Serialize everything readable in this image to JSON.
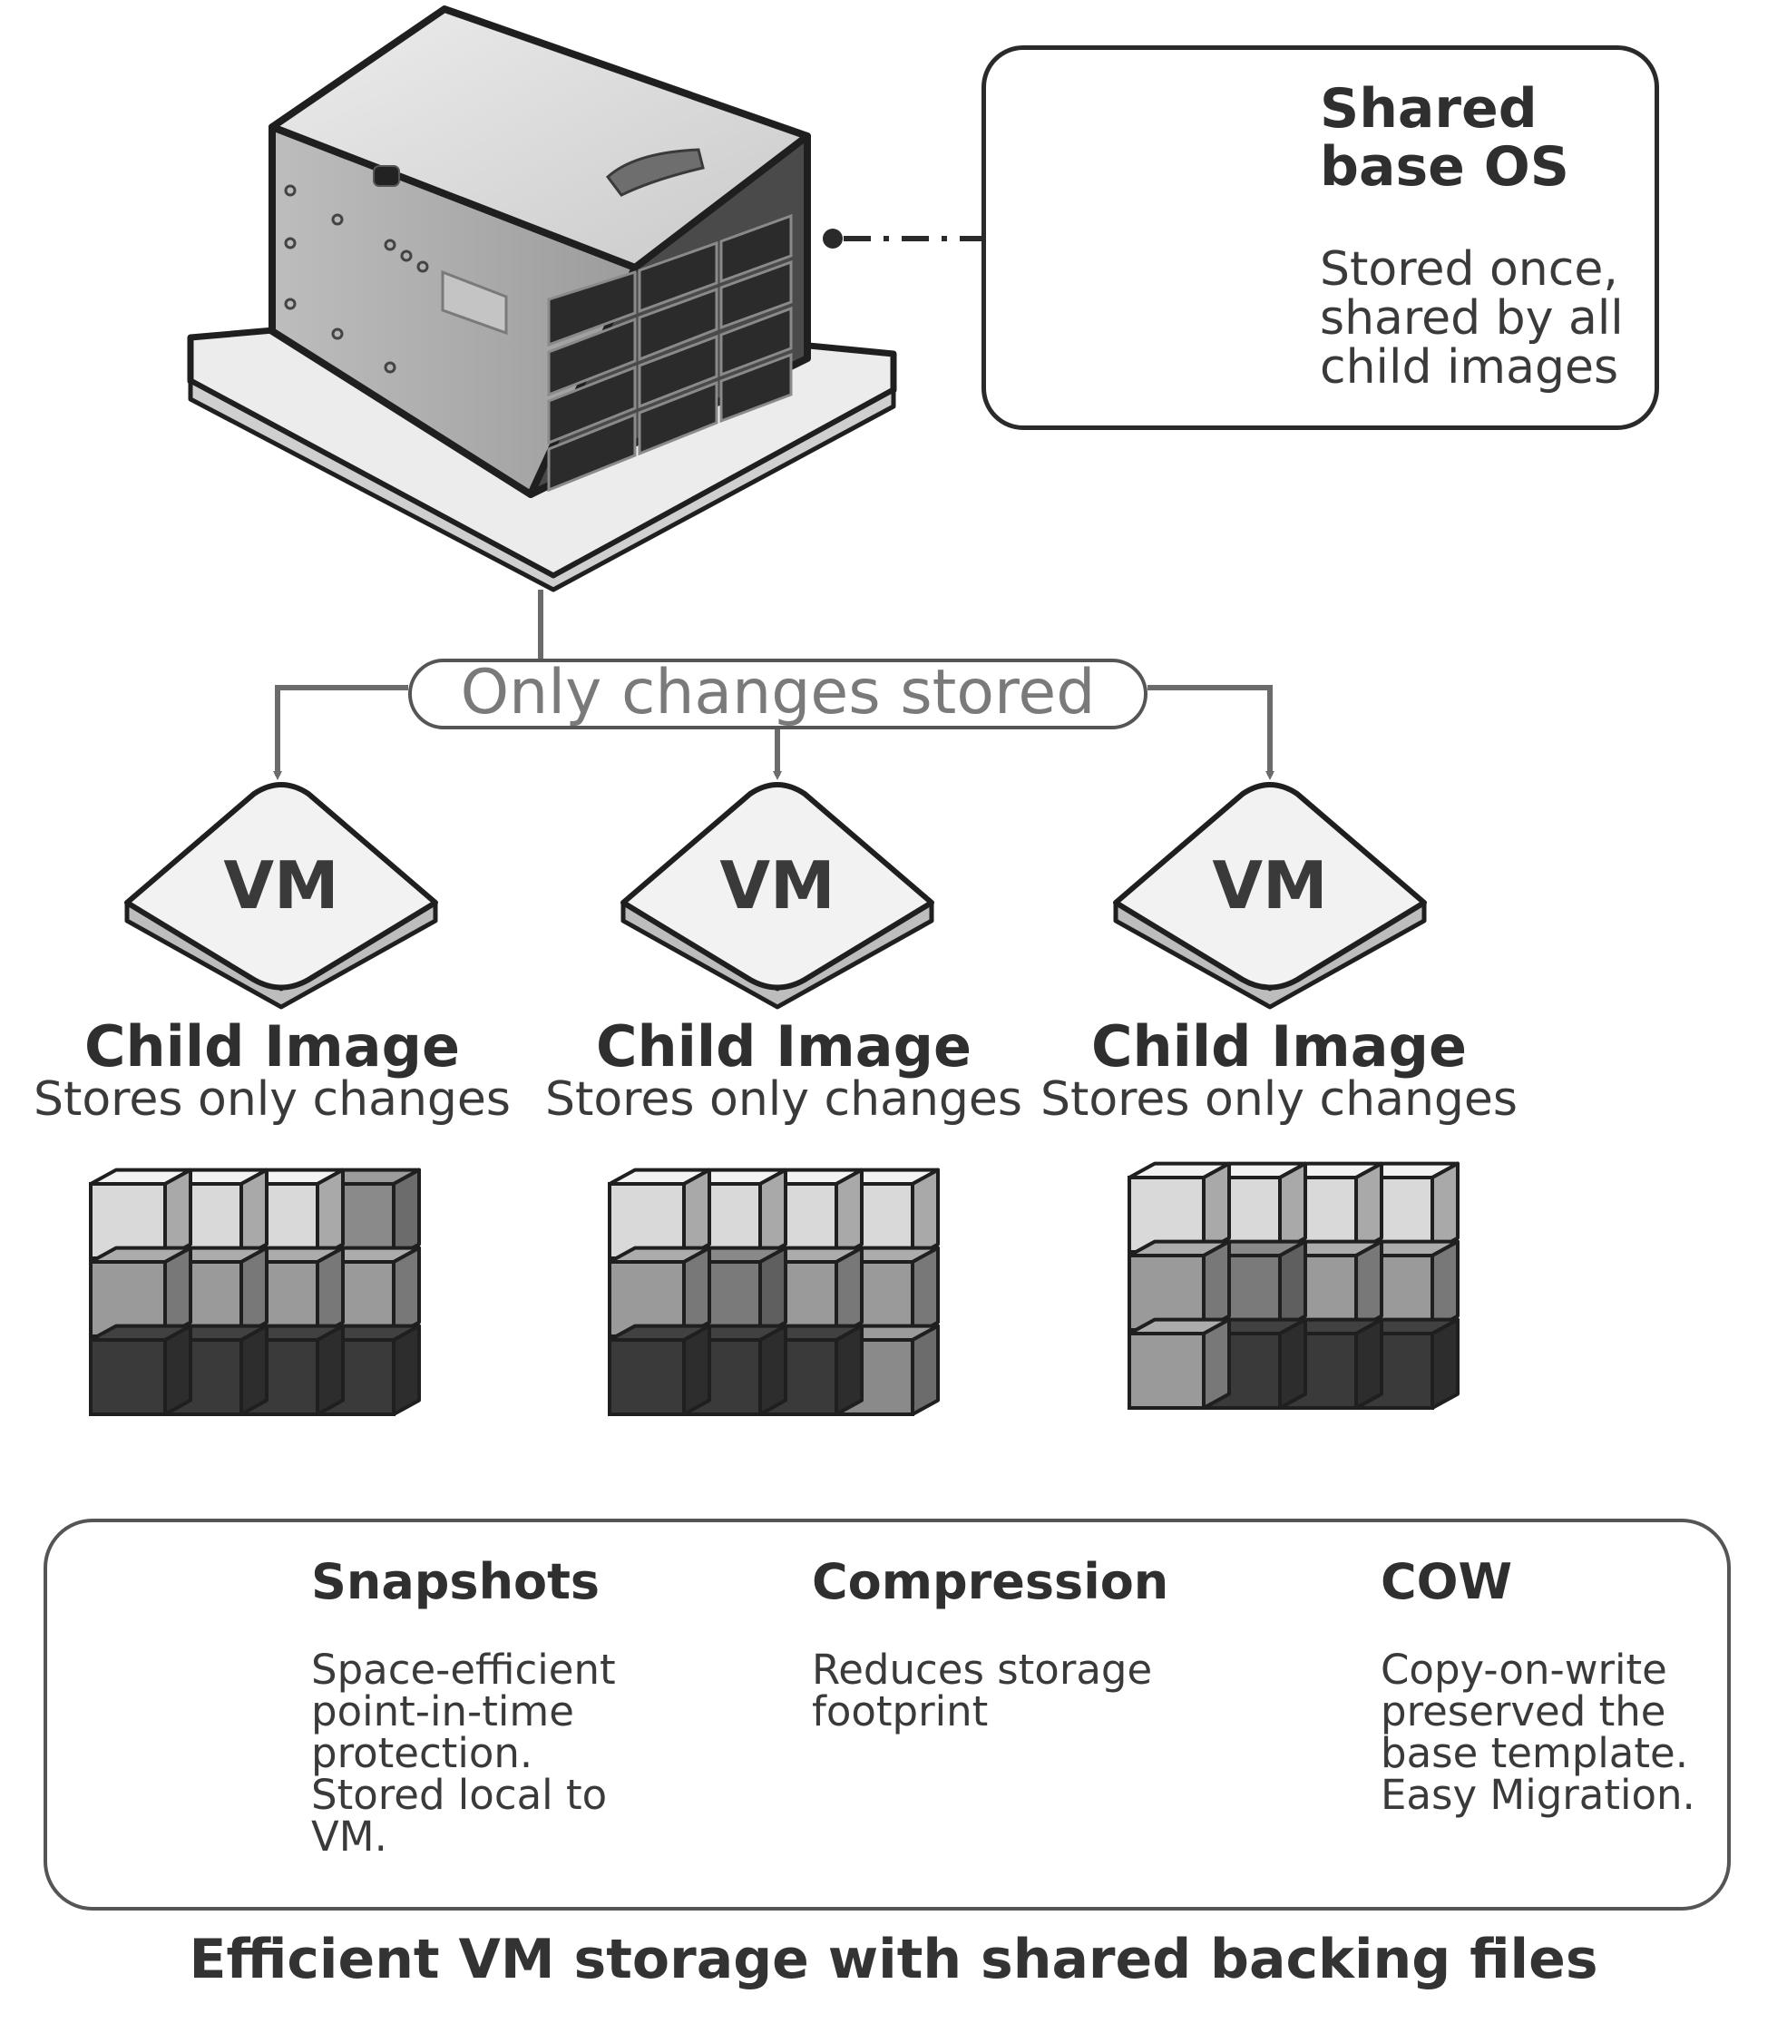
{
  "shared_base": {
    "title_line1": "Shared",
    "title_line2": "base OS",
    "text_line1": "Stored once,",
    "text_line2": "shared by all",
    "text_line3": "child images"
  },
  "connector": {
    "label": "Only changes stored"
  },
  "children": [
    {
      "vm_label": "VM",
      "title": "Child Image",
      "subtitle": "Stores only changes"
    },
    {
      "vm_label": "VM",
      "title": "Child Image",
      "subtitle": "Stores only changes"
    },
    {
      "vm_label": "VM",
      "title": "Child Image",
      "subtitle": "Stores only changes"
    }
  ],
  "features": [
    {
      "title": "Snapshots",
      "icon": "snapshot-pages-clock-icon",
      "lines": [
        "Space-efficient",
        "point-in-time",
        "protection.",
        "Stored local to",
        "VM."
      ]
    },
    {
      "title": "Compression",
      "icon": "compression-clamp-icon",
      "lines": [
        "Reduces storage",
        "footprint"
      ]
    },
    {
      "title": "COW",
      "icon": "copy-on-write-icon",
      "lines": [
        "Copy-on-write",
        "preserved the",
        "base template.",
        "Easy Migration."
      ]
    }
  ],
  "caption": "Efficient VM storage with shared backing files",
  "colors": {
    "outline": "#2a2a2a",
    "light_block": "#d9d9d9",
    "mid_block": "#9a9a9a",
    "dark_block": "#3a3a3a",
    "arrow": "#6b6b6b"
  }
}
